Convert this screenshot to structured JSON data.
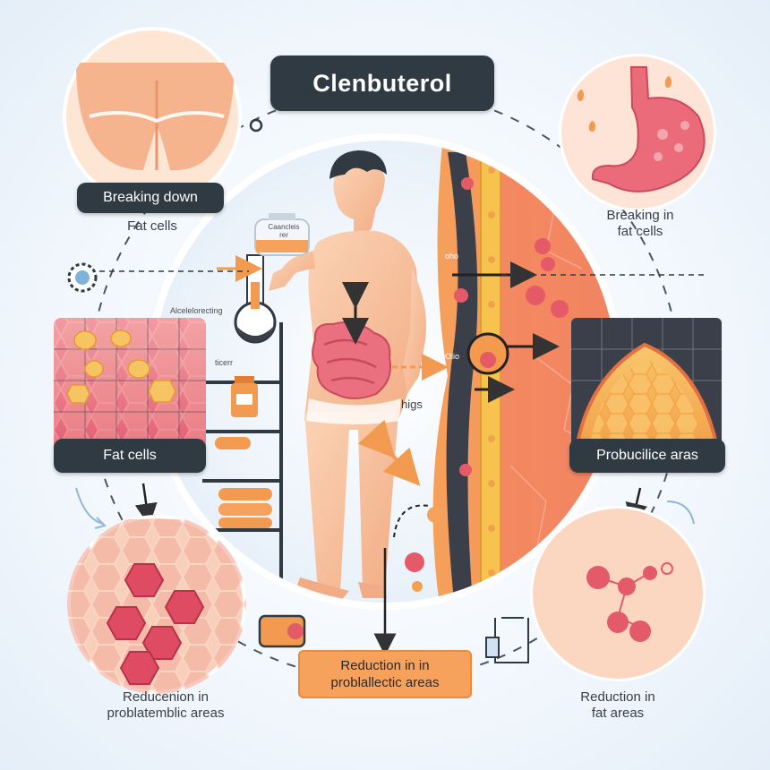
{
  "title": "Clenbuterol",
  "labels": {
    "top_left_pill": "Breaking down",
    "top_left_sub": "Fat cells",
    "top_right": [
      "Breaking in",
      "fat cells"
    ],
    "mid_left_pill": "Fat cells",
    "mid_right_pill": "Probucilice aras",
    "bottom_center": [
      "Reduction in in",
      "problallectic areas"
    ],
    "bottom_left": [
      "Reducenion in",
      "problatemblic areas"
    ],
    "bottom_right": [
      "Reduction in",
      "fat areas"
    ],
    "higs": "higs",
    "bottle_label": [
      "Caancleis",
      "rer"
    ],
    "side_text_1": "Alcelelorecting",
    "side_text_2": "ticerr",
    "vessel_text_1": "oho",
    "vessel_text_2": "Olio"
  },
  "colors": {
    "dark_pill": "#2f3a42",
    "orange_box": "#f6a25d",
    "skin": "#f7c3a0",
    "fat_orange": "#f4a64a",
    "tissue_red": "#e8677a",
    "background": "#eef5fb"
  },
  "icons": [
    "gear-icon",
    "bottle-icon",
    "flask-icon",
    "stomach-icon",
    "droplet-icon",
    "arrow-icon",
    "beaker-icon",
    "capsule-icon"
  ]
}
